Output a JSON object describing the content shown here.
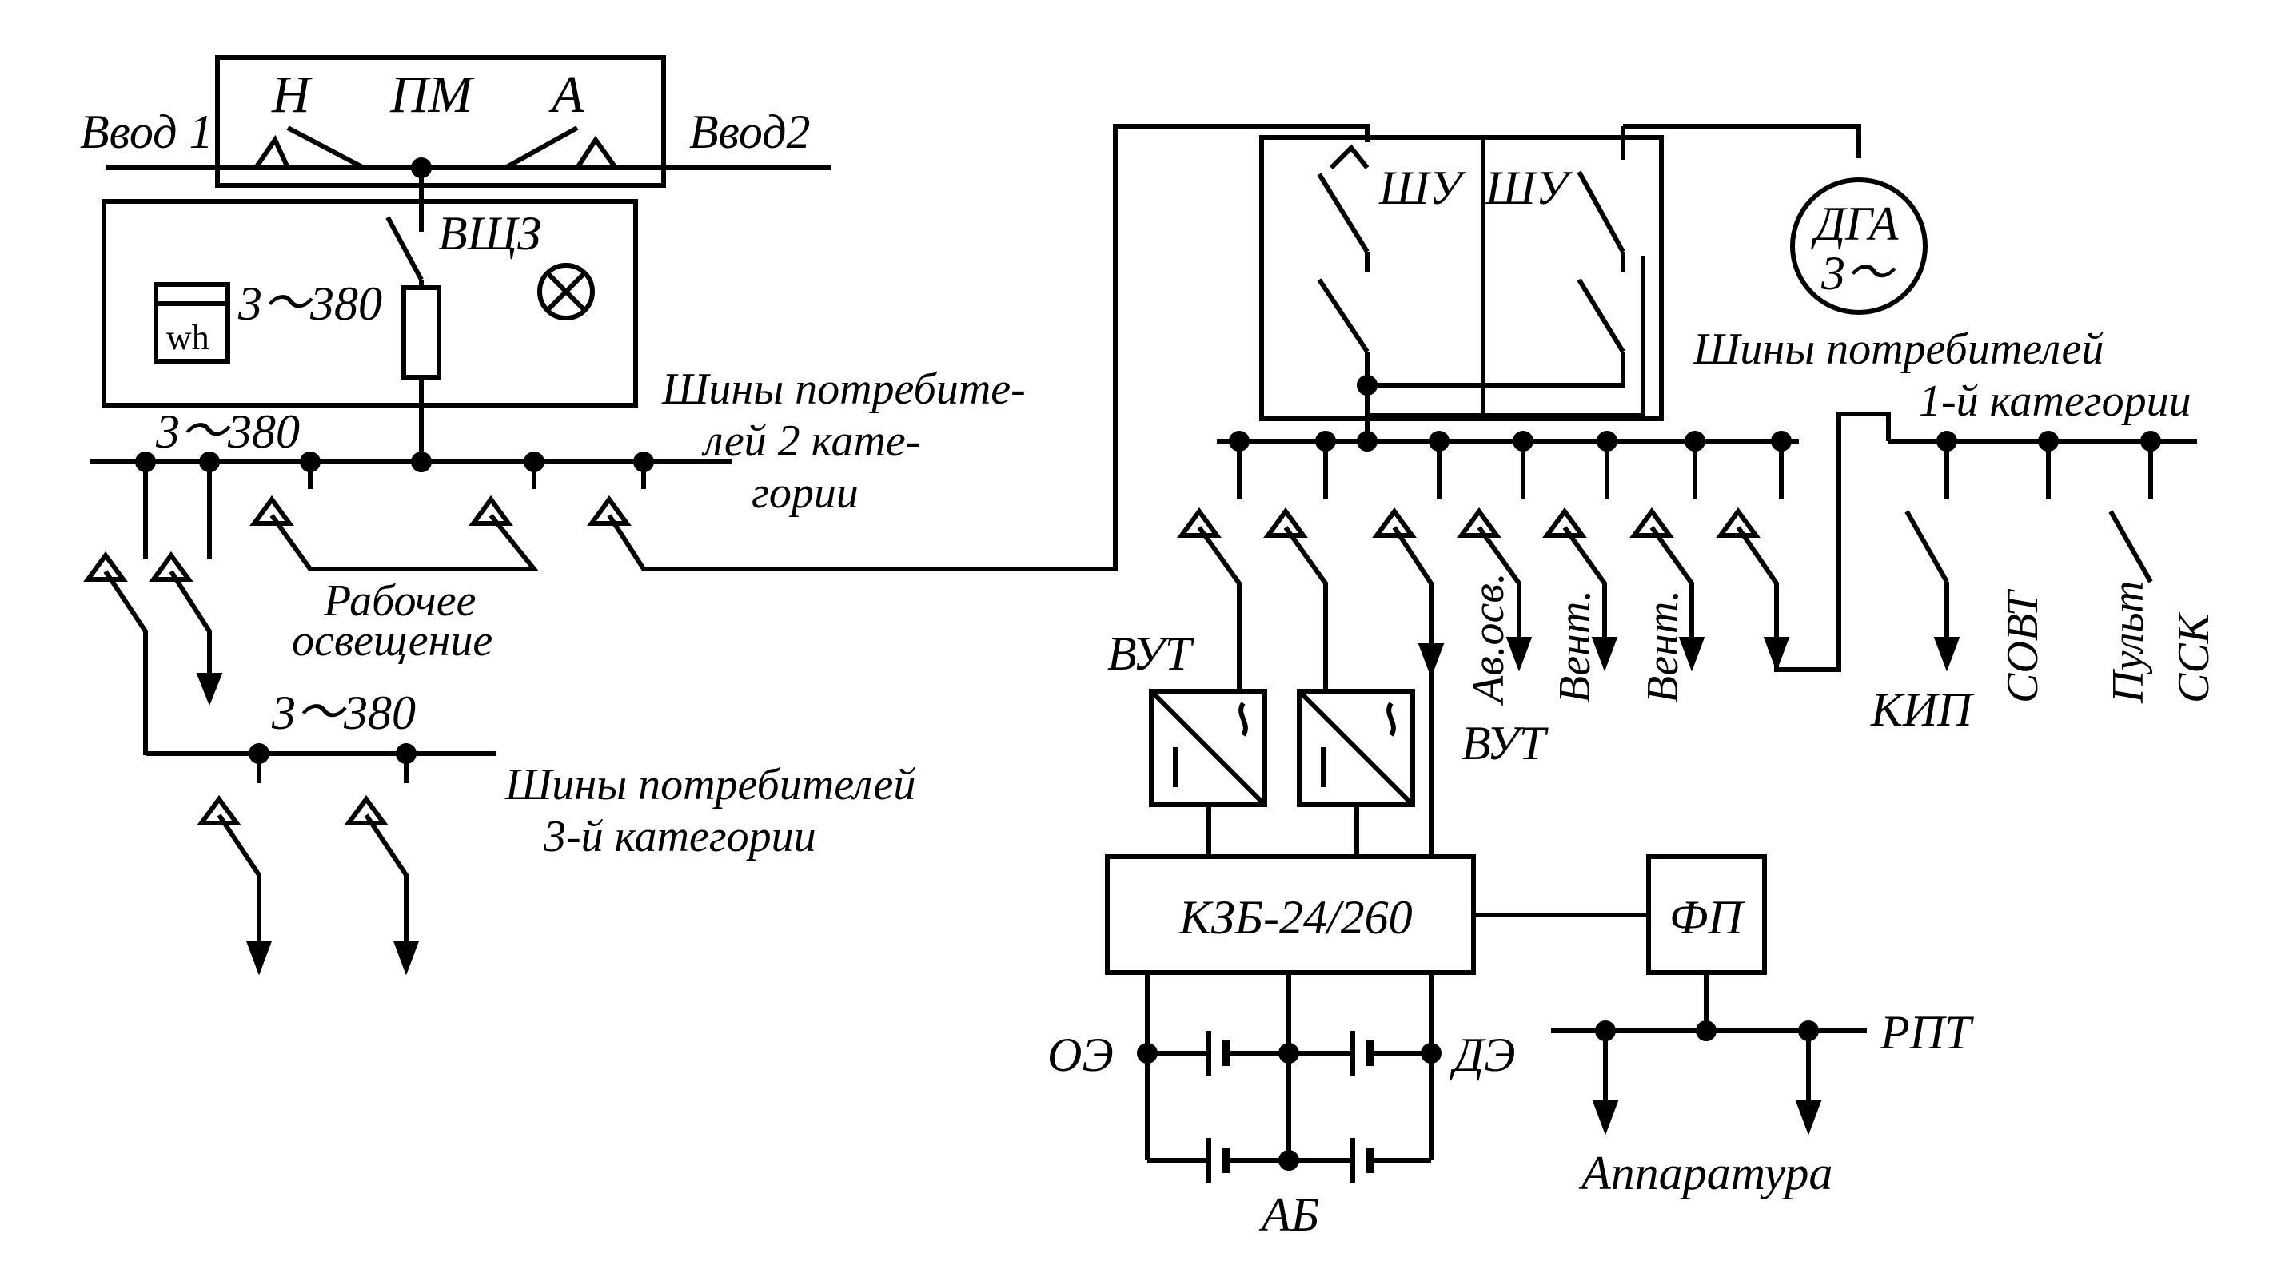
{
  "labels": {
    "input1": "Ввод 1",
    "input2": "Ввод2",
    "switch_n": "Н",
    "switch_pm": "ПМ",
    "switch_a": "А",
    "vshz": "ВЩЗ",
    "meter": "wh",
    "voltage_panel": "3～380",
    "voltage_bus2": "3～380",
    "voltage_bus3": "3～380",
    "bus2_line1": "Шины потребите-",
    "bus2_line2": "лей 2 кате-",
    "bus2_line3": "гории",
    "work_light_line1": "Рабочее",
    "work_light_line2": "освещение",
    "bus3_line1": "Шины потребителей",
    "bus3_line2": "3-й категории",
    "shu_left": "ШУ",
    "shu_right": "ШУ",
    "dga_line1": "ДГА",
    "dga_line2": "3～",
    "bus1_line1": "Шины потребителей",
    "bus1_line2": "1-й категории",
    "vut_left": "ВУТ",
    "vut_right": "ВУТ",
    "emergency_light": "Ав.осв.",
    "vent1": "Вент.",
    "vent2": "Вент.",
    "kip": "КИП",
    "sovt": "СОВТ",
    "pult": "Пульт",
    "ssk": "ССК",
    "charger": "КЗБ-24/260",
    "filter": "ФП",
    "rpt": "РПТ",
    "oe": "ОЭ",
    "de": "ДЭ",
    "battery": "АБ",
    "equipment": "Аппаратура"
  },
  "colors": {
    "ink": "#000000",
    "paper": "#ffffff"
  }
}
